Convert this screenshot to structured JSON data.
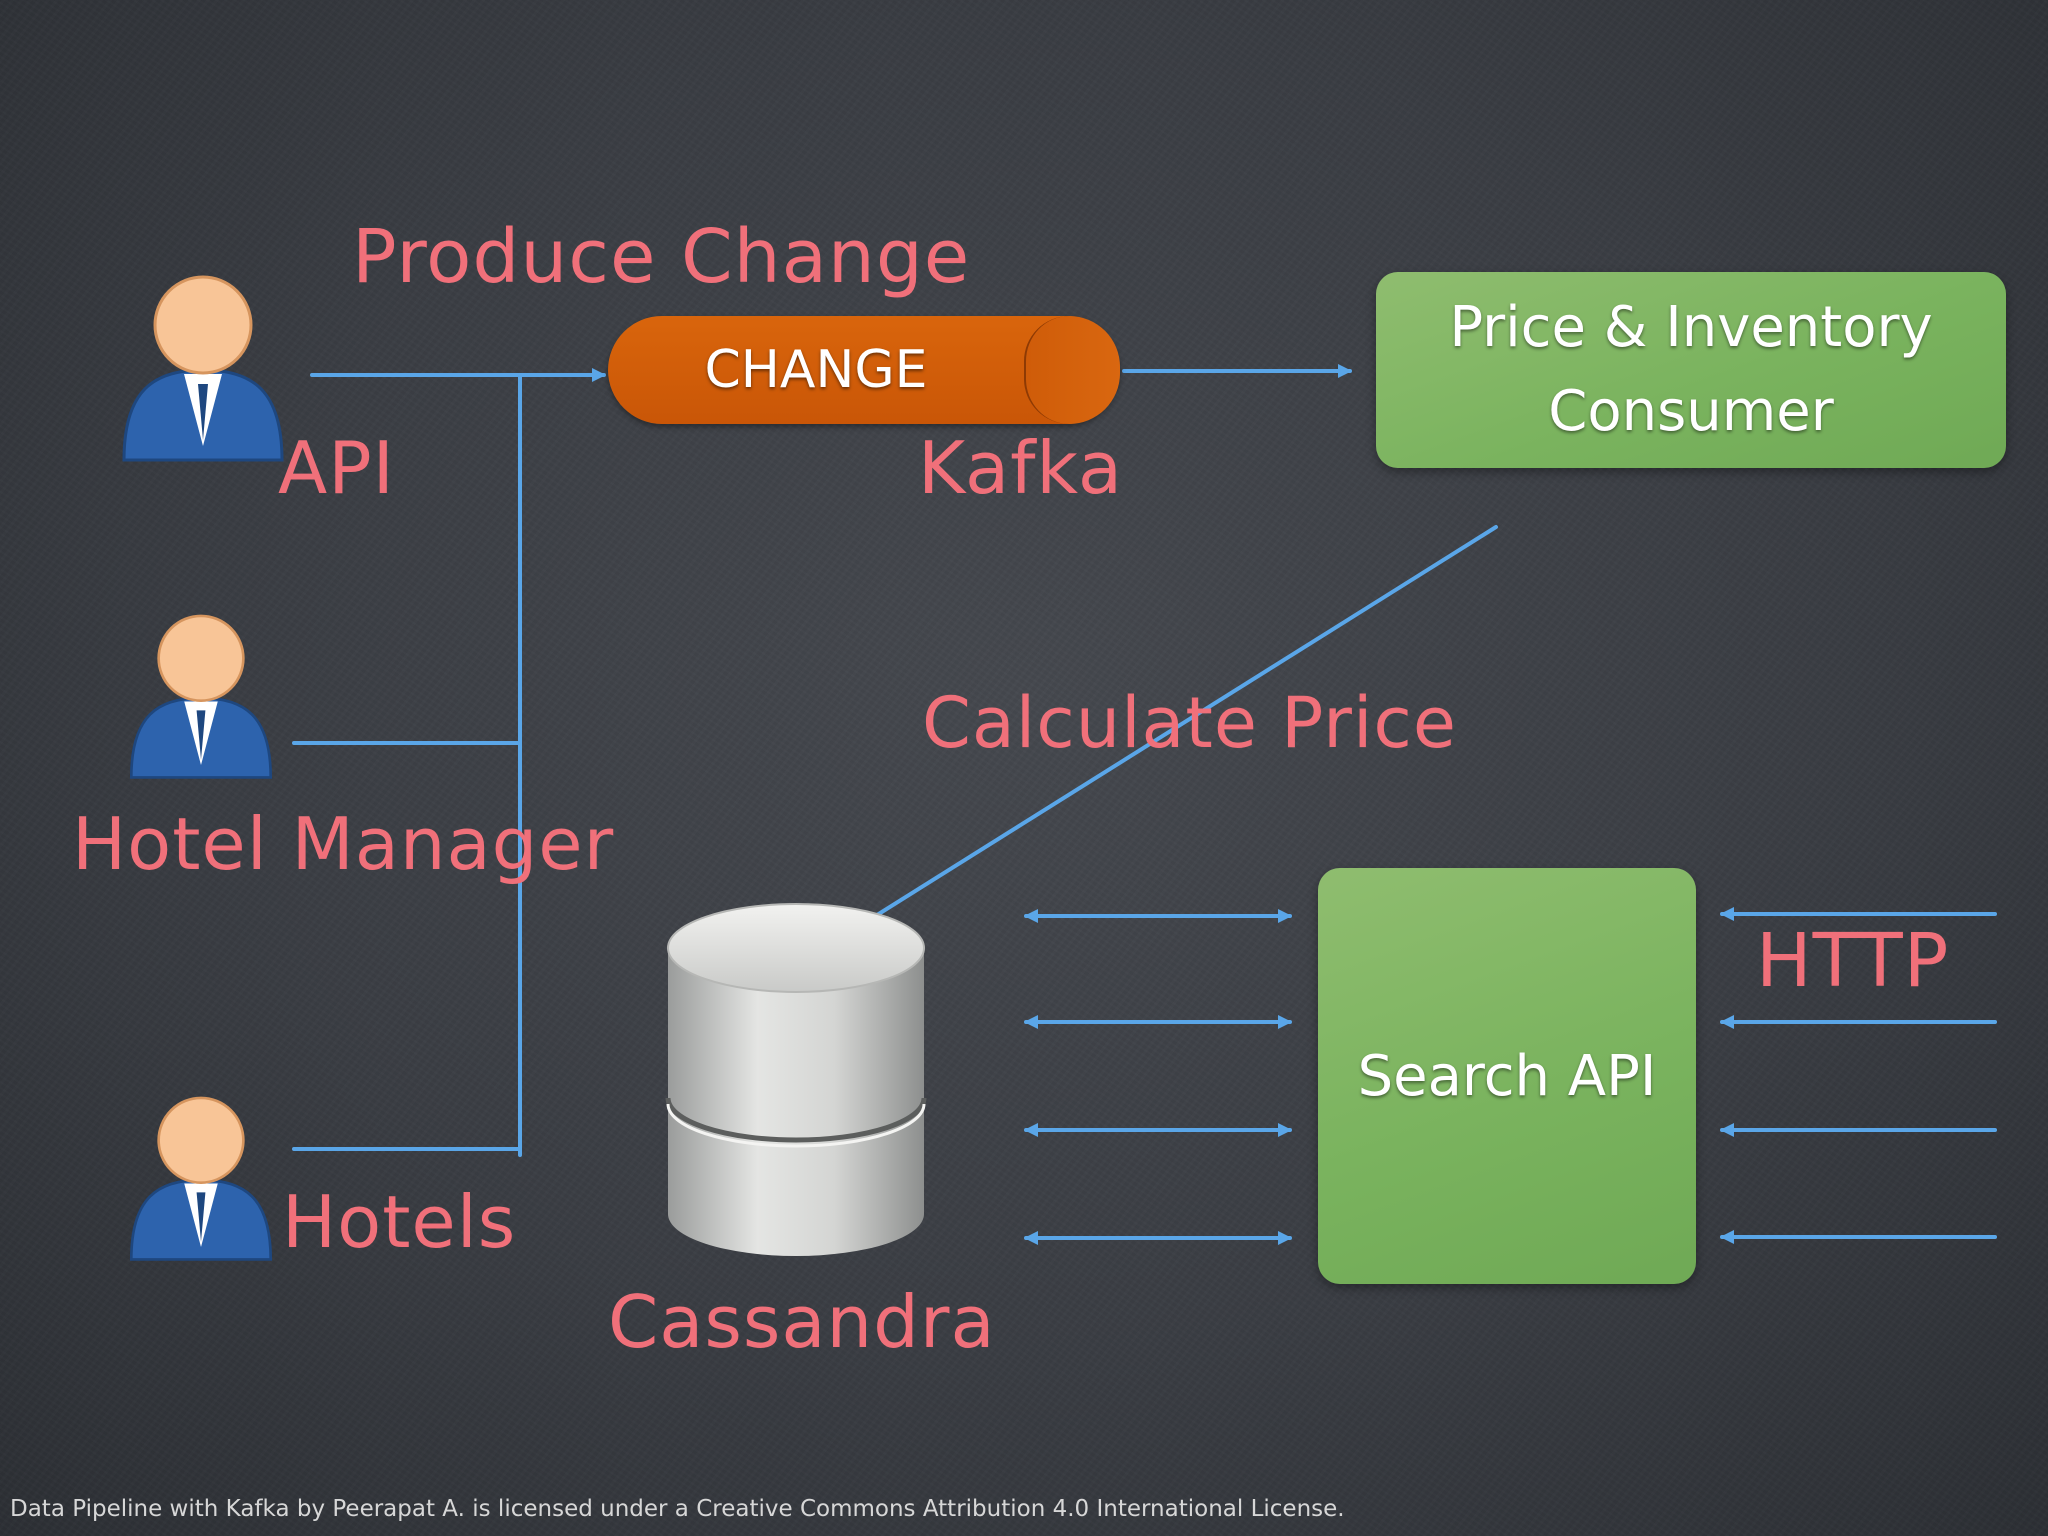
{
  "labels": {
    "produce_change": "Produce Change",
    "api": "API",
    "kafka": "Kafka",
    "hotel_manager": "Hotel Manager",
    "hotels": "Hotels",
    "calculate_price": "Calculate Price",
    "cassandra": "Cassandra",
    "http": "HTTP"
  },
  "kafka_topic": {
    "label": "CHANGE"
  },
  "consumer_box": {
    "line1": "Price & Inventory",
    "line2": "Consumer"
  },
  "search_box": {
    "label": "Search API"
  },
  "footer": {
    "text": "Data Pipeline with Kafka by Peerapat A. is licensed under a Creative Commons Attribution 4.0 International License."
  },
  "colors": {
    "chalk_text": "#f0707a",
    "arrow": "#5aa6e8",
    "box_green": "#7ab35e",
    "kafka_orange": "#d2600a",
    "person_suit": "#2d63ad",
    "person_head": "#f8c597"
  },
  "icons": [
    "person-icon",
    "database-icon",
    "arrow-icon"
  ]
}
